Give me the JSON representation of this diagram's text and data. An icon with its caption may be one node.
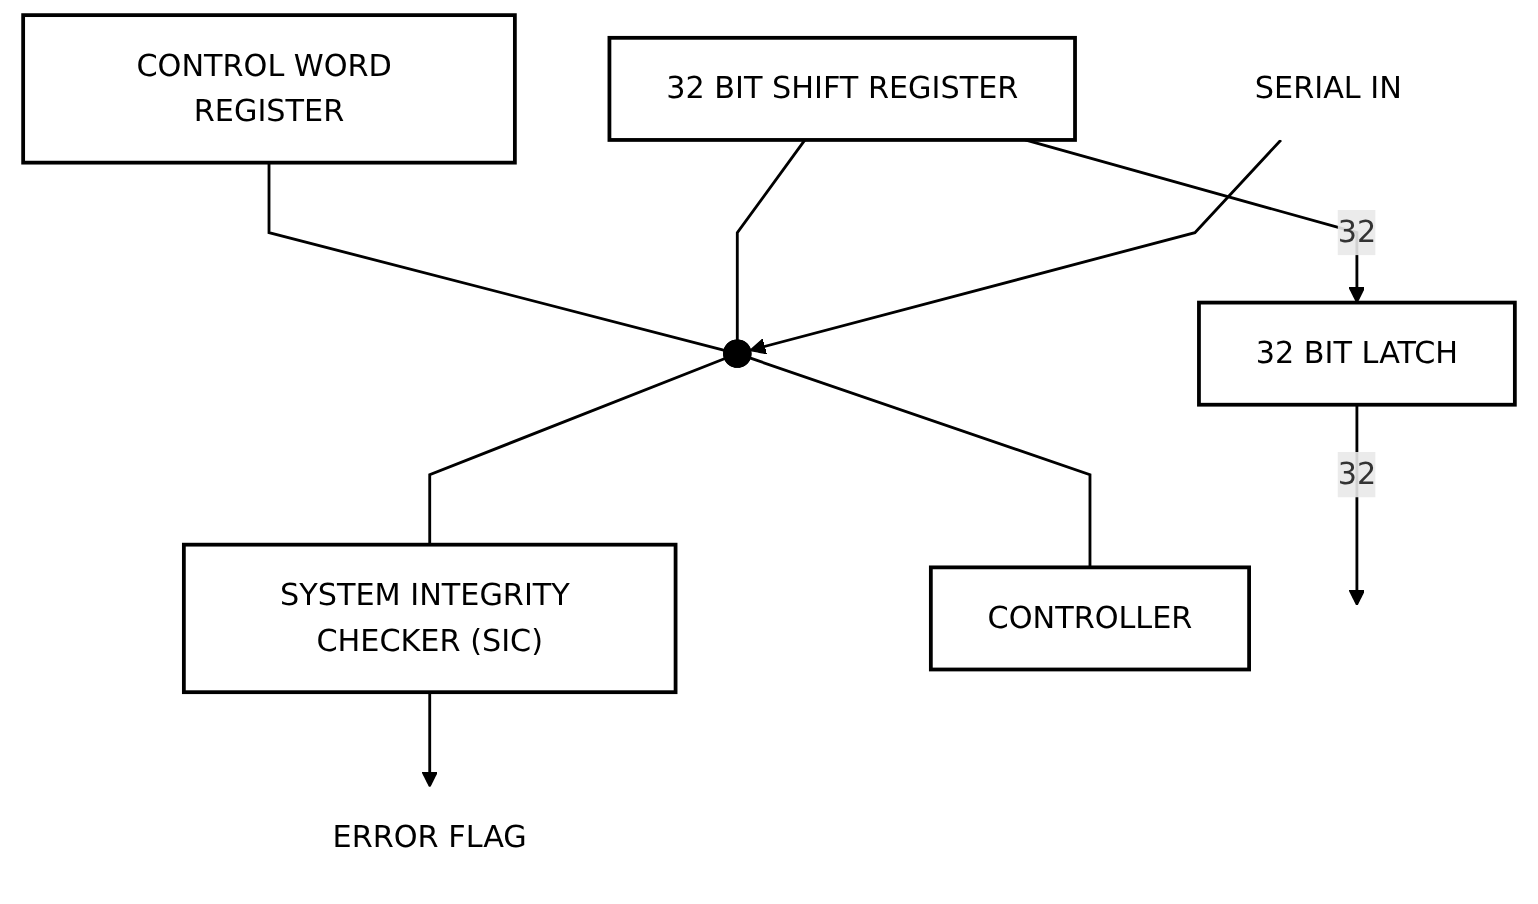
{
  "diagram": {
    "nodes": [
      {
        "text": [
          "CONTROL WORD REGISTER"
        ]
      },
      {
        "text": [
          "32 BIT SHIFT REGISTER"
        ]
      },
      {
        "text": [
          "32 BIT LATCH"
        ]
      },
      {
        "text": [
          "SYSTEM INTEGRITY CHECKER (SIC)"
        ]
      },
      {
        "text": [
          "CONTROLLER"
        ]
      },
      {
        "text": [
          "SERIAL IN"
        ]
      },
      {
        "text": [
          "ERROR FLAG"
        ]
      },
      {
        "text": [],
        "shape": "circle"
      }
    ],
    "edges": [
      {
        "from": 0,
        "to": 7,
        "arrow": "none"
      },
      {
        "from": 1,
        "to": 7,
        "arrow": "none"
      },
      {
        "from": 5,
        "to": 7,
        "arrow": "to"
      },
      {
        "from": 7,
        "to": 3,
        "arrow": "none"
      },
      {
        "from": 7,
        "to": 4,
        "arrow": "none"
      },
      {
        "from": 3,
        "to": 6,
        "arrow": "to"
      },
      {
        "from": 1,
        "to": 2,
        "arrow": "to",
        "label": "32"
      },
      {
        "from": 2,
        "to": null,
        "arrow": "to",
        "label": "32"
      }
    ]
  }
}
